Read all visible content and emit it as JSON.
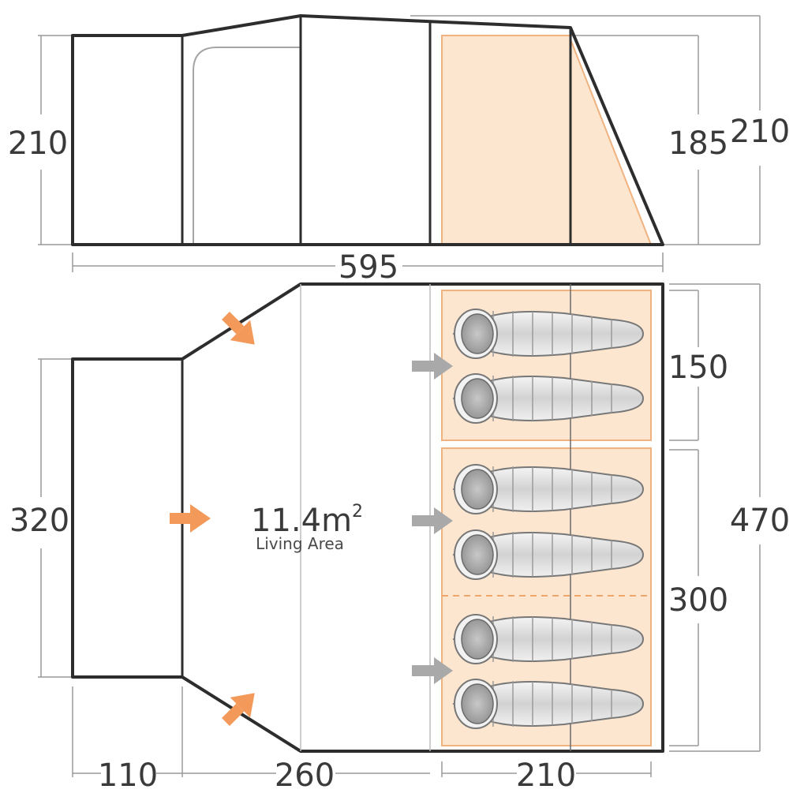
{
  "side_view": {
    "left_height": "210",
    "inner_height": "185",
    "outer_height": "210",
    "total_length": "595"
  },
  "floor_plan": {
    "living_area": {
      "value": "11.4m",
      "superscript": "2",
      "label": "Living Area"
    },
    "left_depth": "320",
    "bedroom_top_depth": "150",
    "bedroom_bottom_depth": "300",
    "total_depth": "470",
    "bottom_dims": [
      "110",
      "260",
      "210"
    ]
  },
  "colors": {
    "outline": "#2d2d2d",
    "dim_line": "#9a9a9a",
    "bedroom_fill": "#fde6cf",
    "bedroom_border": "#f0b27f",
    "arrow_orange": "#f39a5a",
    "arrow_grey": "#a9a9a9",
    "sleeping_bag": "#d9d9d9"
  },
  "icons": [
    "orange-entry-arrow",
    "grey-bedroom-arrow",
    "sleeping-bag-icon"
  ]
}
